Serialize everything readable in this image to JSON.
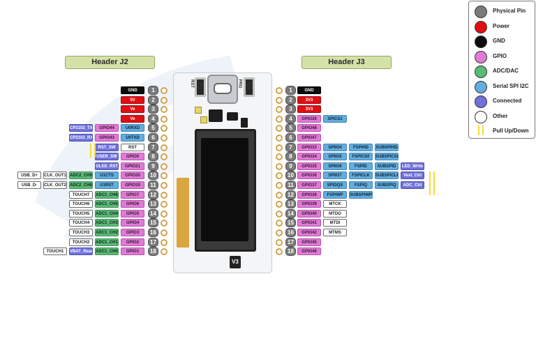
{
  "headers": {
    "left": "Header J2",
    "right": "Header J3"
  },
  "board": {
    "version": "V3"
  },
  "legend": [
    {
      "label": "Physical Pin",
      "color": "#7b7b7b",
      "icon": "circle"
    },
    {
      "label": "Power",
      "color": "#e10f13",
      "icon": "circle"
    },
    {
      "label": "GND",
      "color": "#0c0c0c",
      "icon": "circle"
    },
    {
      "label": "GPIO",
      "color": "#e17ad7",
      "icon": "circle"
    },
    {
      "label": "ADC/DAC",
      "color": "#5bba79",
      "icon": "circle"
    },
    {
      "label": "Serial SPI I2C",
      "color": "#63addf",
      "icon": "circle"
    },
    {
      "label": "Connected",
      "color": "#6f72d9",
      "icon": "circle"
    },
    {
      "label": "Other",
      "color": "#ffffff",
      "icon": "circle"
    },
    {
      "label": "Pull Up/Down",
      "color": "#f3dc3a",
      "icon": "double-arrow"
    }
  ],
  "left_pins": [
    {
      "num": "1",
      "labels": [
        {
          "t": "GND",
          "k": "gnd"
        }
      ]
    },
    {
      "num": "2",
      "labels": [
        {
          "t": "5V",
          "k": "power"
        }
      ]
    },
    {
      "num": "3",
      "labels": [
        {
          "t": "Ve",
          "k": "power"
        }
      ]
    },
    {
      "num": "4",
      "labels": [
        {
          "t": "Ve",
          "k": "power"
        }
      ]
    },
    {
      "num": "5",
      "labels": [
        {
          "t": "U0RXD",
          "k": "ser"
        },
        {
          "t": "GPIO44",
          "k": "gpio"
        },
        {
          "t": "CP2102_TX",
          "k": "con"
        }
      ]
    },
    {
      "num": "6",
      "labels": [
        {
          "t": "U0TXD",
          "k": "ser"
        },
        {
          "t": "GPIO43",
          "k": "gpio"
        },
        {
          "t": "CP2102_RX",
          "k": "con"
        }
      ]
    },
    {
      "num": "7",
      "labels": [
        {
          "t": "RST",
          "k": "other"
        },
        {
          "t": "RST_SW",
          "k": "con"
        }
      ]
    },
    {
      "num": "8",
      "labels": [
        {
          "t": "GPIO0",
          "k": "gpio"
        },
        {
          "t": "USER_SW",
          "k": "con"
        }
      ]
    },
    {
      "num": "9",
      "labels": [
        {
          "t": "GPIO21",
          "k": "gpio"
        },
        {
          "t": "OLED_RST",
          "k": "con"
        }
      ]
    },
    {
      "num": "10",
      "labels": [
        {
          "t": "GPIO20",
          "k": "gpio"
        },
        {
          "t": "U1CTS",
          "k": "ser"
        },
        {
          "t": "ADC2_CH9",
          "k": "adc"
        },
        {
          "t": "CLK_OUT1",
          "k": "other"
        },
        {
          "t": "USB_D+",
          "k": "other"
        }
      ]
    },
    {
      "num": "11",
      "labels": [
        {
          "t": "GPIO19",
          "k": "gpio"
        },
        {
          "t": "U1RST",
          "k": "ser"
        },
        {
          "t": "ADC2_CH8",
          "k": "adc"
        },
        {
          "t": "CLK_OUT2",
          "k": "other"
        },
        {
          "t": "USB_D-",
          "k": "other"
        }
      ]
    },
    {
      "num": "12",
      "labels": [
        {
          "t": "GPIO7",
          "k": "gpio"
        },
        {
          "t": "ADC1_CH6",
          "k": "adc"
        },
        {
          "t": "TOUCH7",
          "k": "other"
        }
      ]
    },
    {
      "num": "13",
      "labels": [
        {
          "t": "GPIO6",
          "k": "gpio"
        },
        {
          "t": "ADC1_CH5",
          "k": "adc"
        },
        {
          "t": "TOUCH6",
          "k": "other"
        }
      ]
    },
    {
      "num": "14",
      "labels": [
        {
          "t": "GPIO5",
          "k": "gpio"
        },
        {
          "t": "ADC1_CH4",
          "k": "adc"
        },
        {
          "t": "TOUCH5",
          "k": "other"
        }
      ]
    },
    {
      "num": "15",
      "labels": [
        {
          "t": "GPIO4",
          "k": "gpio"
        },
        {
          "t": "ADC1_CH3",
          "k": "adc"
        },
        {
          "t": "TOUCH4",
          "k": "other"
        }
      ]
    },
    {
      "num": "16",
      "labels": [
        {
          "t": "GPIO3",
          "k": "gpio"
        },
        {
          "t": "ADC1_CH2",
          "k": "adc"
        },
        {
          "t": "TOUCH3",
          "k": "other"
        }
      ]
    },
    {
      "num": "17",
      "labels": [
        {
          "t": "GPIO2",
          "k": "gpio"
        },
        {
          "t": "ADC1_CH1",
          "k": "adc"
        },
        {
          "t": "TOUCH2",
          "k": "other"
        }
      ]
    },
    {
      "num": "18",
      "labels": [
        {
          "t": "GPIO1",
          "k": "gpio"
        },
        {
          "t": "ADC1_CH0",
          "k": "adc"
        },
        {
          "t": "VBAT_Read",
          "k": "con"
        },
        {
          "t": "TOUCH1",
          "k": "other"
        }
      ]
    }
  ],
  "right_pins": [
    {
      "num": "1",
      "labels": [
        {
          "t": "GND",
          "k": "gnd"
        }
      ]
    },
    {
      "num": "2",
      "labels": [
        {
          "t": "3V3",
          "k": "power"
        }
      ]
    },
    {
      "num": "3",
      "labels": [
        {
          "t": "3V3",
          "k": "power"
        }
      ]
    },
    {
      "num": "4",
      "labels": [
        {
          "t": "GPIO26",
          "k": "gpio"
        },
        {
          "t": "SPICS1",
          "k": "ser"
        }
      ]
    },
    {
      "num": "5",
      "labels": [
        {
          "t": "GPIO48",
          "k": "gpio"
        }
      ]
    },
    {
      "num": "6",
      "labels": [
        {
          "t": "GPIO47",
          "k": "gpio"
        }
      ]
    },
    {
      "num": "7",
      "labels": [
        {
          "t": "GPIO33",
          "k": "gpio"
        },
        {
          "t": "SPIIO4",
          "k": "ser"
        },
        {
          "t": "FSPIHD",
          "k": "ser"
        },
        {
          "t": "SUBSPIHD",
          "k": "ser"
        }
      ]
    },
    {
      "num": "8",
      "labels": [
        {
          "t": "GPIO34",
          "k": "gpio"
        },
        {
          "t": "SPIIO5",
          "k": "ser"
        },
        {
          "t": "FSPICS0",
          "k": "ser"
        },
        {
          "t": "SUBSPICS0",
          "k": "ser"
        }
      ]
    },
    {
      "num": "9",
      "labels": [
        {
          "t": "GPIO35",
          "k": "gpio"
        },
        {
          "t": "SPIIO6",
          "k": "ser"
        },
        {
          "t": "FSPID",
          "k": "ser"
        },
        {
          "t": "SUBSPID",
          "k": "ser"
        },
        {
          "t": "LED_Write",
          "k": "con"
        }
      ]
    },
    {
      "num": "10",
      "labels": [
        {
          "t": "GPIO36",
          "k": "gpio"
        },
        {
          "t": "SPIIO7",
          "k": "ser"
        },
        {
          "t": "FSPICLK",
          "k": "ser"
        },
        {
          "t": "SUBSPICLK",
          "k": "ser"
        },
        {
          "t": "Vext_Ctrl",
          "k": "con"
        }
      ]
    },
    {
      "num": "11",
      "labels": [
        {
          "t": "GPIO37",
          "k": "gpio"
        },
        {
          "t": "SPIDQS",
          "k": "ser"
        },
        {
          "t": "FSPIQ",
          "k": "ser"
        },
        {
          "t": "SUBSPIQ",
          "k": "ser"
        },
        {
          "t": "ADC_Ctrl",
          "k": "con"
        }
      ]
    },
    {
      "num": "12",
      "labels": [
        {
          "t": "GPIO38",
          "k": "gpio"
        },
        {
          "t": "FSPIWP",
          "k": "ser"
        },
        {
          "t": "SUBSPIWP",
          "k": "ser"
        }
      ]
    },
    {
      "num": "13",
      "labels": [
        {
          "t": "GPIO39",
          "k": "gpio"
        },
        {
          "t": "MTCK",
          "k": "other"
        }
      ]
    },
    {
      "num": "14",
      "labels": [
        {
          "t": "GPIO40",
          "k": "gpio"
        },
        {
          "t": "MTDO",
          "k": "other"
        }
      ]
    },
    {
      "num": "15",
      "labels": [
        {
          "t": "GPIO41",
          "k": "gpio"
        },
        {
          "t": "MTDI",
          "k": "other"
        }
      ]
    },
    {
      "num": "16",
      "labels": [
        {
          "t": "GPIO42",
          "k": "gpio"
        },
        {
          "t": "MTMS",
          "k": "other"
        }
      ]
    },
    {
      "num": "17",
      "labels": [
        {
          "t": "GPIO45",
          "k": "gpio"
        }
      ]
    },
    {
      "num": "18",
      "labels": [
        {
          "t": "GPIO46",
          "k": "gpio"
        }
      ]
    }
  ],
  "board_labels": {
    "rst": "RST",
    "prg": "PRG"
  }
}
